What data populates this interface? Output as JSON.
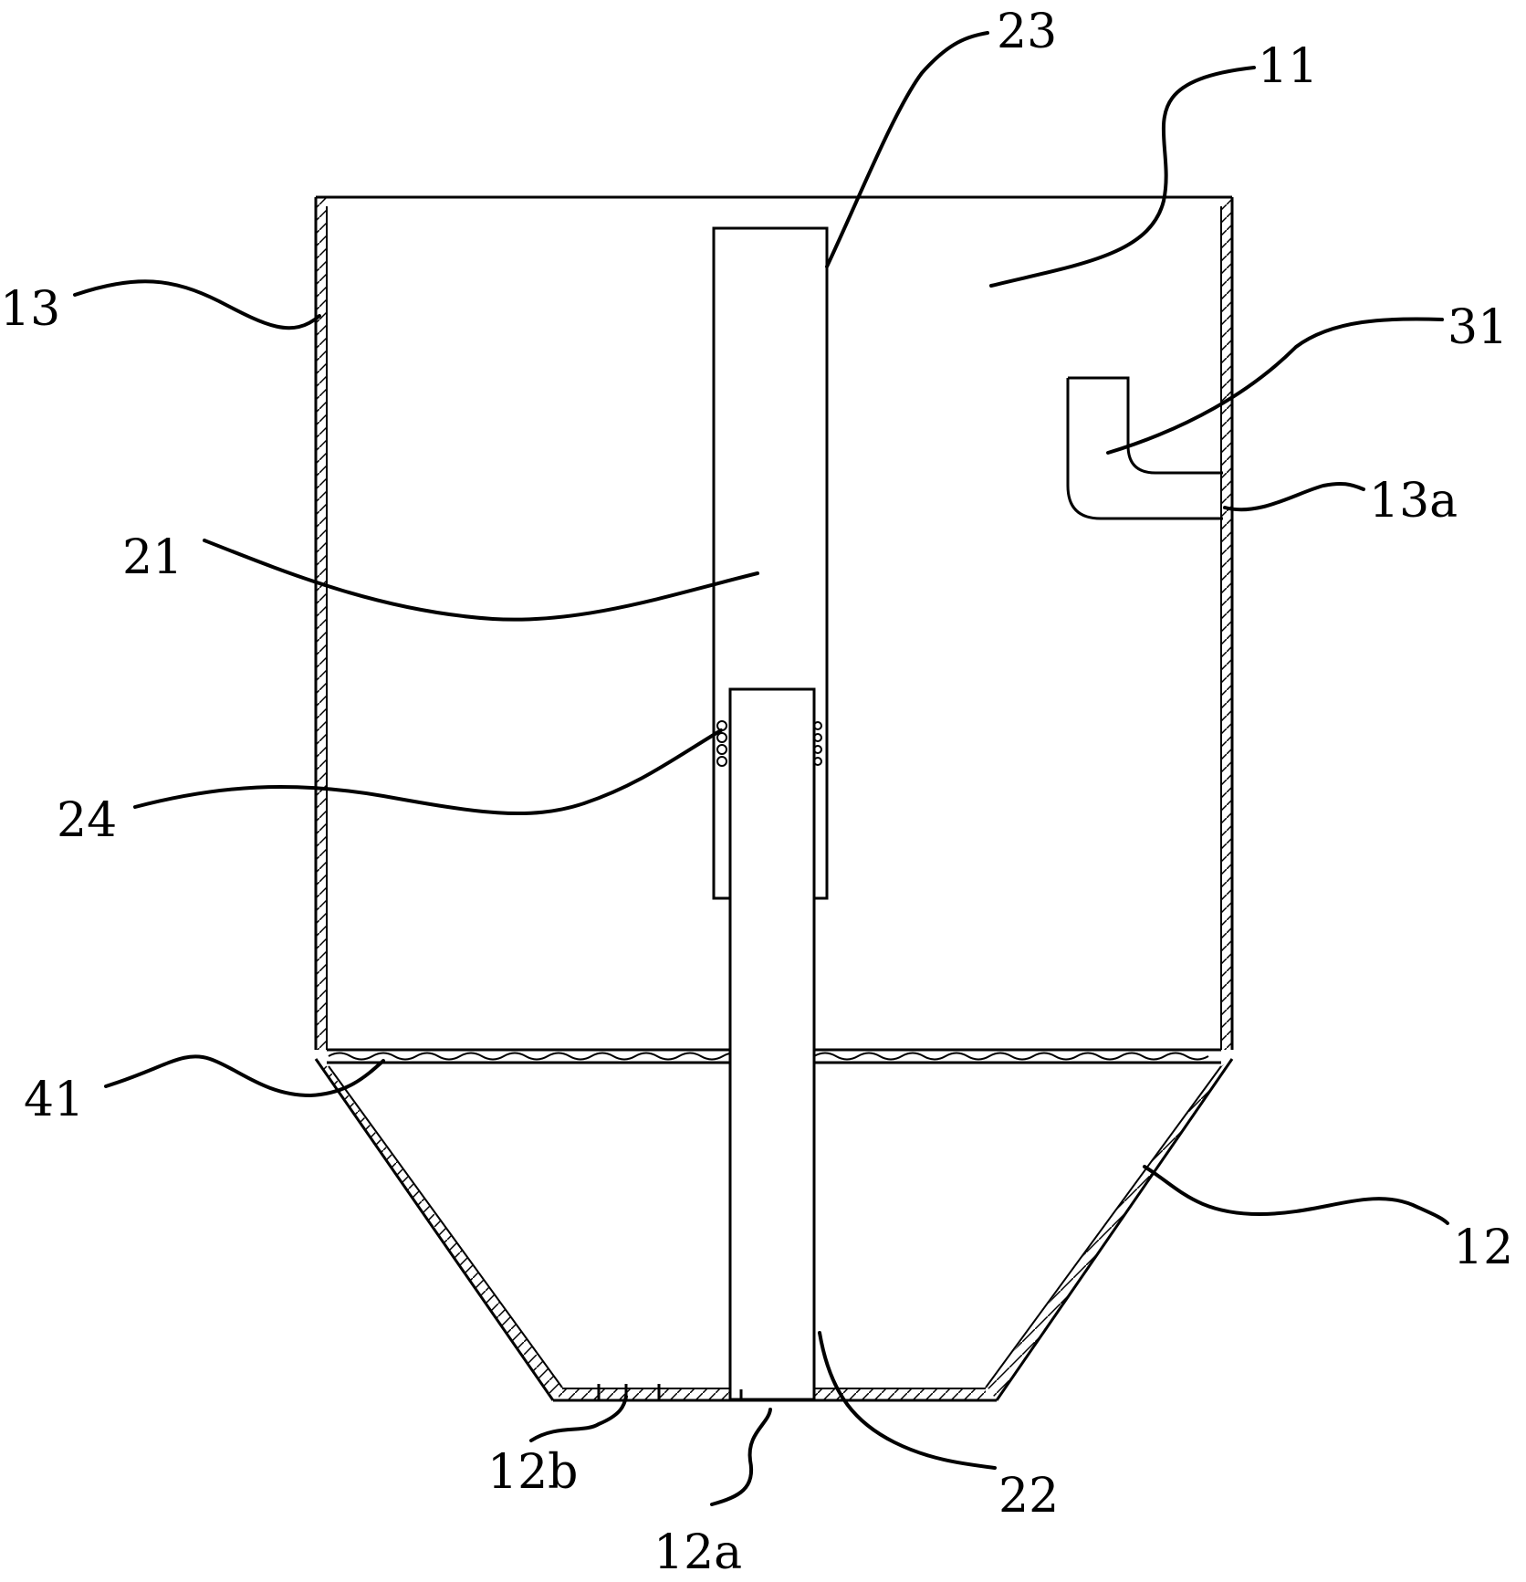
{
  "labels": {
    "l11": "11",
    "l12": "12",
    "l12a": "12a",
    "l12b": "12b",
    "l13": "13",
    "l13a": "13a",
    "l21": "21",
    "l22": "22",
    "l23": "23",
    "l24": "24",
    "l31": "31",
    "l41": "41"
  },
  "colors": {
    "line": "#000000",
    "background": "#ffffff"
  }
}
